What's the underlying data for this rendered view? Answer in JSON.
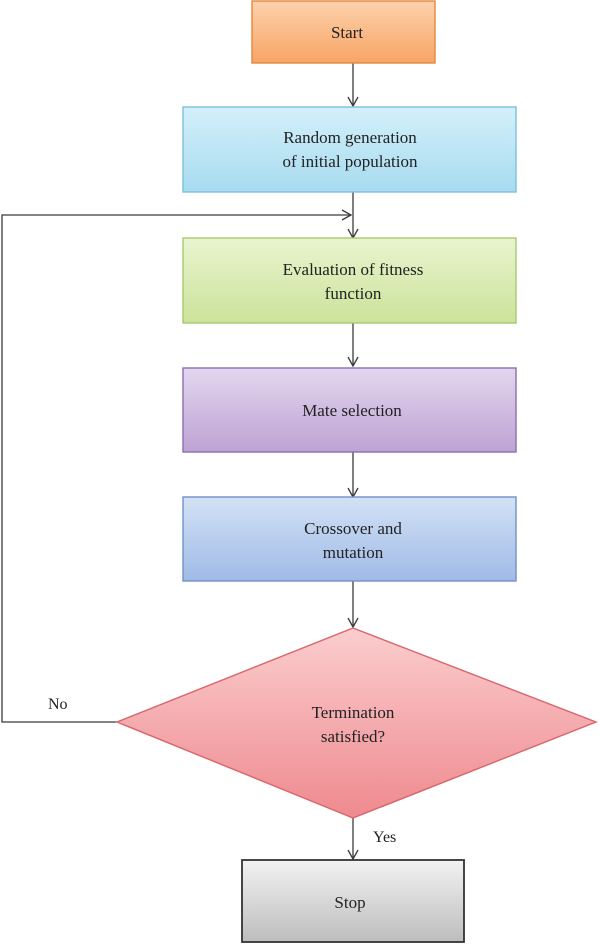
{
  "nodes": {
    "start": {
      "lines": [
        "Start"
      ],
      "fill": "#f9b37e",
      "stroke": "#e0883f"
    },
    "init_population": {
      "lines": [
        "Random generation",
        "of initial population"
      ],
      "fill": "#b7e3f3",
      "stroke": "#7cc0dc"
    },
    "fitness": {
      "lines": [
        "Evaluation of fitness",
        "function"
      ],
      "fill": "#d8eab0",
      "stroke": "#a9c96e"
    },
    "selection": {
      "lines": [
        "Mate selection"
      ],
      "fill": "#cdb8e0",
      "stroke": "#8c6fae"
    },
    "crossover": {
      "lines": [
        "Crossover and",
        "mutation"
      ],
      "fill": "#b5cbec",
      "stroke": "#6f92c8"
    },
    "termination": {
      "lines": [
        "Termination",
        "satisfied?"
      ],
      "fill": "#f4a5a8",
      "stroke": "#d9656b"
    },
    "stop": {
      "lines": [
        "Stop"
      ],
      "fill": "#d9d9d9",
      "stroke": "#333333"
    }
  },
  "edge_labels": {
    "no": "No",
    "yes": "Yes"
  },
  "line_color": "#3a3a3a"
}
